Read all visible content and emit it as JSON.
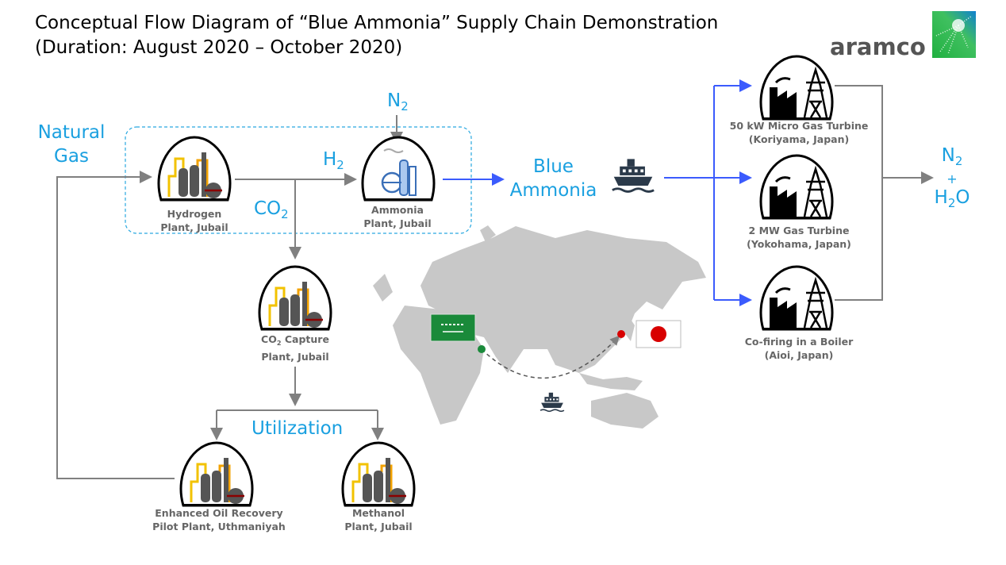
{
  "title": {
    "line1": "Conceptual Flow Diagram of “Blue Ammonia” Supply Chain Demonstration",
    "line2": "(Duration: August 2020 – October 2020)"
  },
  "logo": {
    "text": "aramco"
  },
  "inputs": {
    "natural_gas_1": "Natural",
    "natural_gas_2": "Gas",
    "n": "N",
    "n_sub": "2",
    "h": "H",
    "h_sub": "2",
    "co": "CO",
    "co_sub": "2"
  },
  "blue_ammonia": {
    "line1": "Blue",
    "line2": "Ammonia"
  },
  "utilization": "Utilization",
  "output": {
    "n": "N",
    "n_sub": "2",
    "plus": "+",
    "h": "H",
    "h_sub": "2",
    "o": "O"
  },
  "plants": {
    "hydrogen": {
      "line1": "Hydrogen",
      "line2": "Plant, Jubail"
    },
    "ammonia": {
      "line1": "Ammonia",
      "line2": "Plant, Jubail"
    },
    "co2_capture": {
      "line1a": "CO",
      "line1sub": "2",
      "line1b": " Capture",
      "line2": "Plant, Jubail"
    },
    "eor": {
      "line1": "Enhanced Oil Recovery",
      "line2": "Pilot Plant, Uthmaniyah"
    },
    "methanol": {
      "line1": "Methanol",
      "line2": "Plant, Jubail"
    }
  },
  "power": [
    {
      "line1": "50 kW Micro Gas Turbine",
      "line2": "(Koriyama, Japan)"
    },
    {
      "line1": "2 MW Gas Turbine",
      "line2": "(Yokohama, Japan)"
    },
    {
      "line1": "Co-firing in a Boiler",
      "line2": "(Aioi, Japan)"
    }
  ],
  "colors": {
    "accent_blue": "#1aa0e0",
    "arrow_blue": "#3b5bfd",
    "line_gray": "#808080",
    "map_gray": "#c8c8c8"
  }
}
